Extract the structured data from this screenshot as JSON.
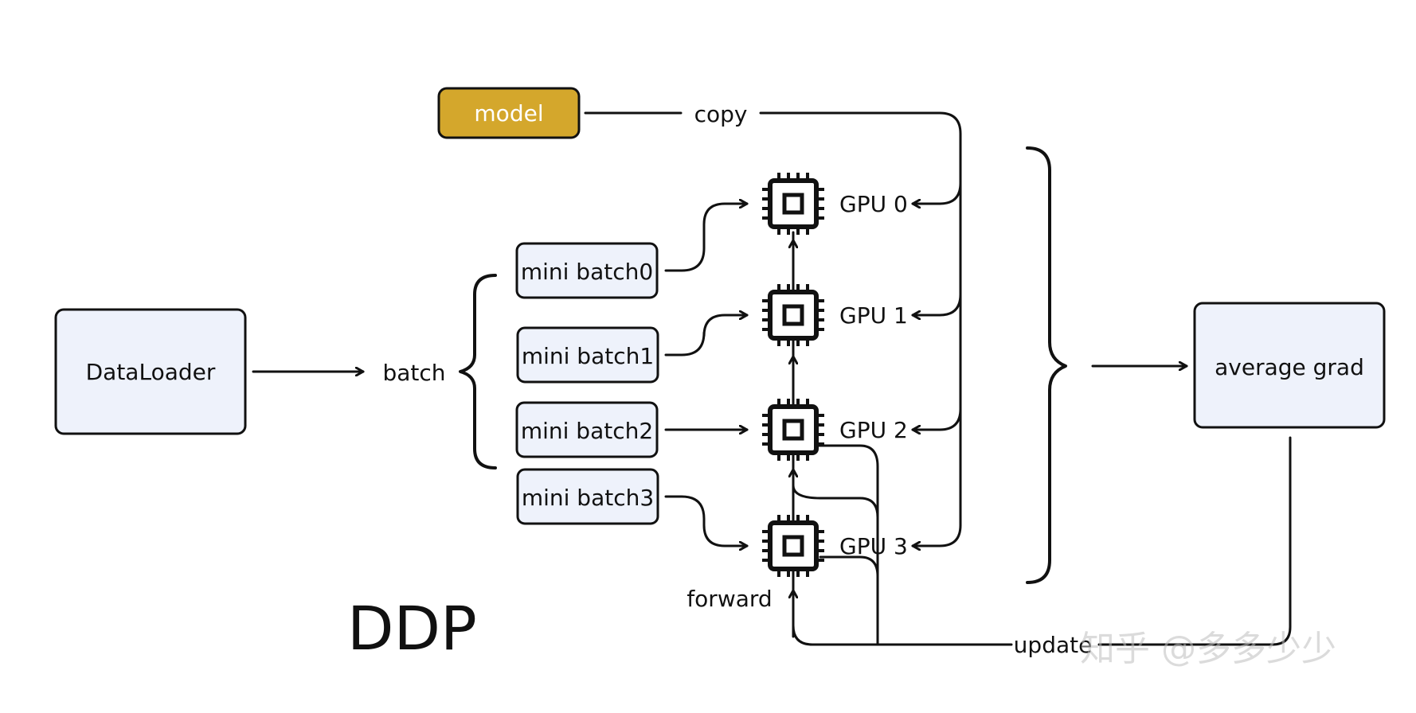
{
  "title": "DDP",
  "nodes": {
    "model": "model",
    "dataloader": "DataLoader",
    "average_grad": "average grad",
    "mini_batches": [
      "mini batch0",
      "mini batch1",
      "mini batch2",
      "mini batch3"
    ],
    "gpus": [
      "GPU 0",
      "GPU 1",
      "GPU 2",
      "GPU 3"
    ]
  },
  "edge_labels": {
    "copy": "copy",
    "batch": "batch",
    "forward": "forward",
    "update": "update"
  },
  "watermark": "知乎 @多多少少",
  "colors": {
    "model_fill": "#D4A72C",
    "box_fill": "#EEF2FB",
    "stroke": "#111111"
  }
}
